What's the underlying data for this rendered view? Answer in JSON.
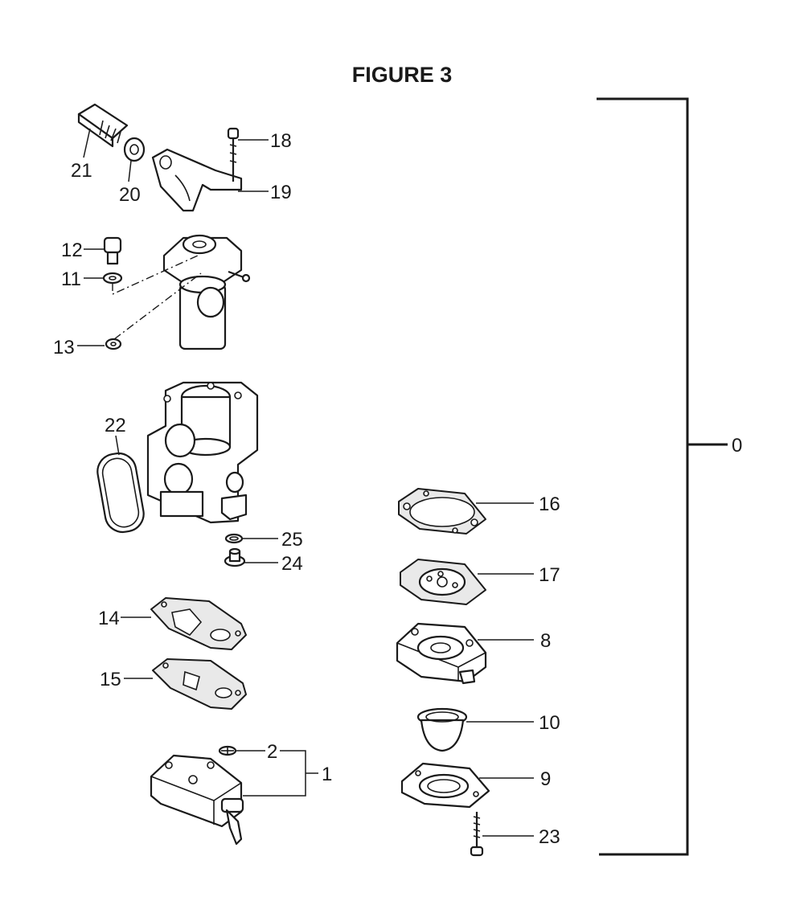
{
  "figure": {
    "title": "FIGURE 3"
  },
  "labels": {
    "p0": "0",
    "p1": "1",
    "p2": "2",
    "p8": "8",
    "p9": "9",
    "p10": "10",
    "p11": "11",
    "p12": "12",
    "p13": "13",
    "p14": "14",
    "p15": "15",
    "p16": "16",
    "p17": "17",
    "p18": "18",
    "p19": "19",
    "p20": "20",
    "p21": "21",
    "p22": "22",
    "p23": "23",
    "p24": "24",
    "p25": "25"
  },
  "colors": {
    "ink": "#1a1a1a",
    "background": "#ffffff",
    "gasket_fill": "#e9e9e9"
  }
}
